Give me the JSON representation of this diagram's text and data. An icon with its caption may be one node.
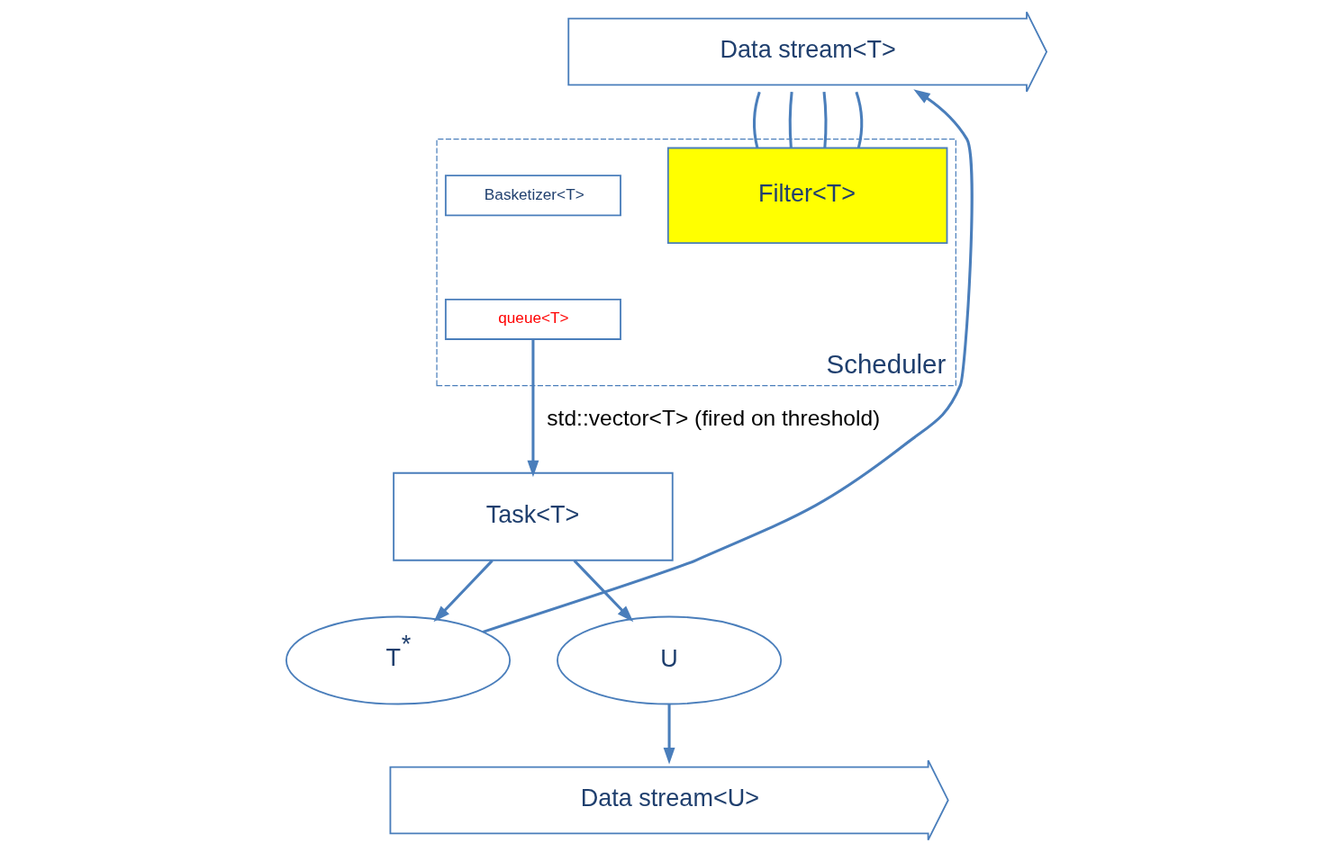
{
  "diagram": {
    "nodes": [
      {
        "text": [
          "Scheduler"
        ]
      },
      {
        "text": [
          "Data stream<T>"
        ]
      },
      {
        "text": [
          "Filter<T>"
        ],
        "in": 0
      },
      {
        "text": [
          "Basketizer<T>"
        ],
        "in": 0
      },
      {
        "text": [
          "queue<T>"
        ],
        "in": 0
      },
      {
        "text": [
          "Task<T>"
        ]
      },
      {
        "text": [
          "T$^{*}$"
        ]
      },
      {
        "text": [
          "U"
        ]
      },
      {
        "text": [
          "Data stream<U>"
        ]
      }
    ],
    "edges": [
      {
        "from": 1,
        "to": 2,
        "arrow": "none"
      },
      {
        "from": 1,
        "to": 2,
        "arrow": "none"
      },
      {
        "from": 1,
        "to": 2,
        "arrow": "none"
      },
      {
        "from": 1,
        "to": 2,
        "arrow": "none"
      },
      {
        "from": 4,
        "to": 5,
        "arrow": "to",
        "label": "std::vector<T> (fired on threshold)"
      },
      {
        "from": 5,
        "to": 6,
        "arrow": "to"
      },
      {
        "from": 5,
        "to": 7,
        "arrow": "to"
      },
      {
        "from": 6,
        "to": 1,
        "arrow": "to"
      },
      {
        "from": 7,
        "to": 8,
        "arrow": "to"
      }
    ]
  }
}
